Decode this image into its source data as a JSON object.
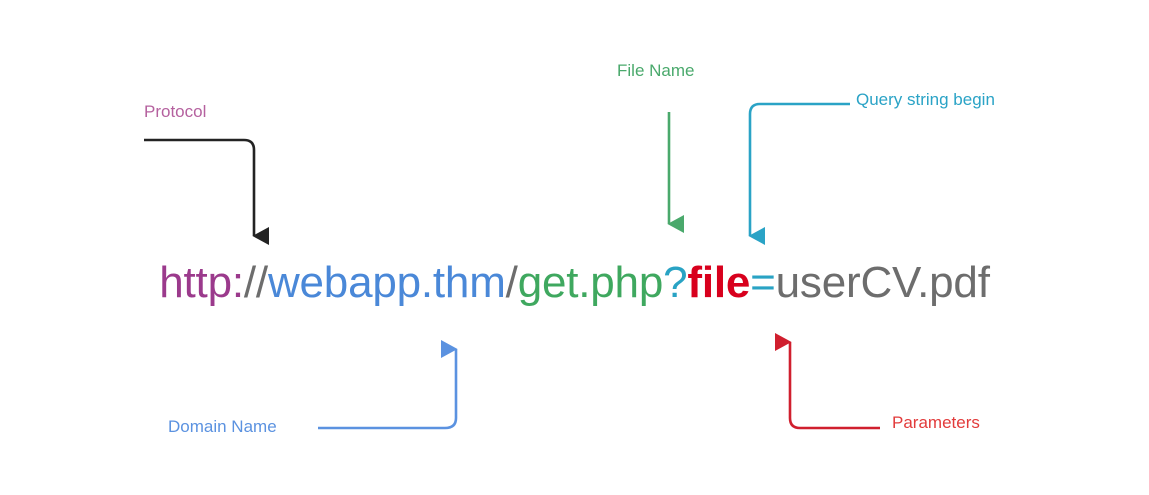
{
  "diagram": {
    "title_url": "http://webapp.thm/get.php?file=userCV.pdf",
    "background": "#ffffff",
    "url_parts": [
      {
        "name": "scheme",
        "text": "http",
        "color": "#9b3a8c",
        "bold": false
      },
      {
        "name": "scheme-colon",
        "text": ":",
        "color": "#9b3a8c",
        "bold": false
      },
      {
        "name": "double-slash",
        "text": "//",
        "color": "#6d6d6d",
        "bold": false
      },
      {
        "name": "domain",
        "text": "webapp.thm",
        "color": "#4a88d8",
        "bold": false
      },
      {
        "name": "path-slash",
        "text": "/",
        "color": "#6d6d6d",
        "bold": false
      },
      {
        "name": "file-name",
        "text": "get.php",
        "color": "#3fa85f",
        "bold": false
      },
      {
        "name": "question-mark",
        "text": "?",
        "color": "#29a3c4",
        "bold": false
      },
      {
        "name": "parameter-key",
        "text": "file",
        "color": "#d8001d",
        "bold": true
      },
      {
        "name": "equals-sign",
        "text": "=",
        "color": "#29a3c4",
        "bold": false
      },
      {
        "name": "parameter-value",
        "text": "userCV.pdf",
        "color": "#6d6d6d",
        "bold": false
      }
    ],
    "labels": {
      "protocol": {
        "text": "Protocol",
        "color": "#b5619f"
      },
      "file_name": {
        "text": "File Name",
        "color": "#4aa96c"
      },
      "query": {
        "text": "Query string begin",
        "color": "#2aa3c6"
      },
      "domain": {
        "text": "Domain Name",
        "color": "#5b92e0"
      },
      "parameters": {
        "text": "Parameters",
        "color": "#e23b3b"
      }
    },
    "annotations": [
      {
        "name": "protocol-arrow",
        "target": "http",
        "color": "#232323",
        "direction": "down"
      },
      {
        "name": "file-name-arrow",
        "target": "get.php",
        "color": "#4aa96c",
        "direction": "down"
      },
      {
        "name": "query-arrow",
        "target": "?",
        "color": "#2aa3c6",
        "direction": "down"
      },
      {
        "name": "domain-arrow",
        "target": "webapp.thm",
        "color": "#5b92e0",
        "direction": "up"
      },
      {
        "name": "parameters-arrow",
        "target": "file",
        "color": "#d01f2e",
        "direction": "up"
      }
    ]
  }
}
